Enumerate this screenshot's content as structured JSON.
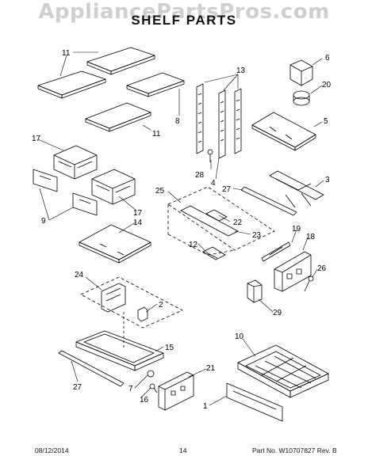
{
  "watermark": "AppliancePartsPros.com",
  "title": "SHELF PARTS",
  "footer": {
    "date": "08/12/2014",
    "page": "14",
    "part_rev": "Part No. W10707827  Rev. B"
  },
  "callouts": {
    "c1": "1",
    "c2": "2",
    "c3": "3",
    "c4": "4",
    "c5": "5",
    "c6": "6",
    "c7": "7",
    "c8": "8",
    "c9": "9",
    "c10": "10",
    "c11a": "11",
    "c11b": "11",
    "c12": "12",
    "c13": "13",
    "c14": "14",
    "c15": "15",
    "c16": "16",
    "c17a": "17",
    "c17b": "17",
    "c18": "18",
    "c19": "19",
    "c20": "20",
    "c21": "21",
    "c22": "22",
    "c23": "23",
    "c24": "24",
    "c25": "25",
    "c26": "26",
    "c27a": "27",
    "c27b": "27",
    "c28": "28",
    "c29": "29"
  }
}
